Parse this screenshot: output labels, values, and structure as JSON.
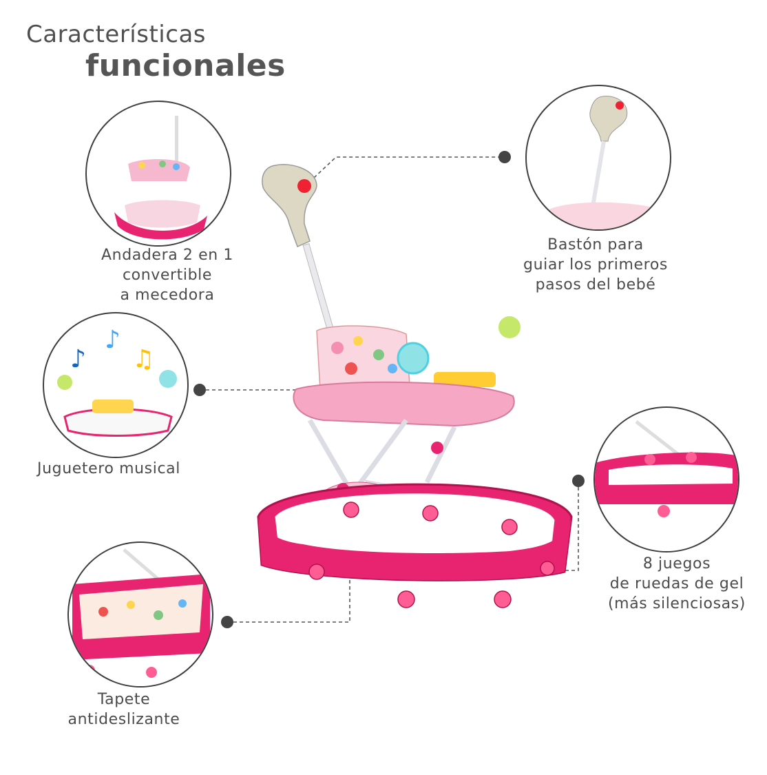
{
  "title": {
    "line1": "Características",
    "line2": "funcionales"
  },
  "features": [
    {
      "lines": [
        "Andadera 2 en 1",
        "convertible",
        "a mecedora"
      ],
      "image": "rocker-walker-illustration"
    },
    {
      "lines": [
        "Bastón para",
        "guiar los primeros",
        "pasos del bebé"
      ],
      "image": "push-handle-illustration"
    },
    {
      "lines": [
        "Juguetero musical"
      ],
      "image": "musical-toy-tray-illustration"
    },
    {
      "lines": [
        "8 juegos",
        "de ruedas de gel",
        "(más silenciosas)"
      ],
      "image": "gel-wheels-illustration"
    },
    {
      "lines": [
        "Tapete",
        "antideslizante"
      ],
      "image": "non-slip-mat-illustration"
    }
  ],
  "colors": {
    "accent": "#e8236f",
    "pink_light": "#f6b8cf",
    "outline": "#3e3e3e",
    "text": "#4b4b4b"
  }
}
